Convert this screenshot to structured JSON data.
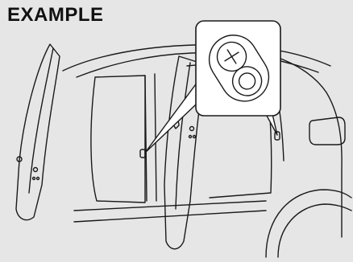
{
  "figure": {
    "caption": "EXAMPLE"
  },
  "illustration": {
    "subject": "car-side-with-open-doors",
    "callout_detail": "door-switch-and-bulb",
    "colors": {
      "background": "#e6e6e6",
      "line": "#1a1a1a",
      "callout_fill": "#ffffff"
    }
  }
}
